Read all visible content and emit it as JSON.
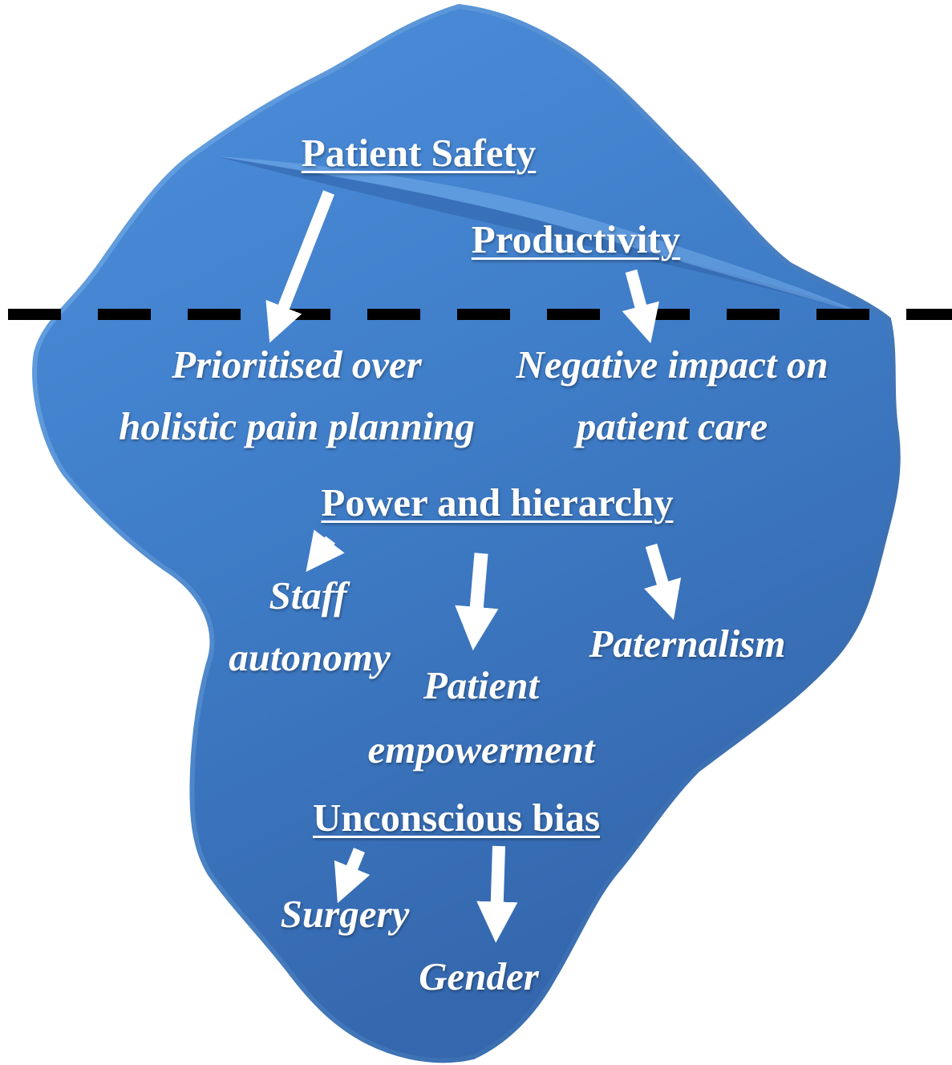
{
  "diagram": {
    "colors": {
      "iceberg": "#3f7dc8",
      "iceberg_light": "#5b9be0",
      "iceberg_dark": "#2f62a8",
      "text": "#ffffff",
      "waterline": "#000000"
    },
    "above_water": {
      "heading_1": "Patient Safety",
      "heading_2": "Productivity"
    },
    "below_water": {
      "effect_1": "Prioritised over",
      "effect_1b": "holistic pain planning",
      "effect_2": "Negative impact on",
      "effect_2b": "patient care",
      "heading_3": "Power and hierarchy",
      "sub_1a": "Staff",
      "sub_1b": "autonomy",
      "sub_2a": "Patient",
      "sub_2b": "empowerment",
      "sub_3": "Paternalism",
      "heading_4": "Unconscious bias",
      "sub_4": "Surgery",
      "sub_5": "Gender"
    }
  }
}
